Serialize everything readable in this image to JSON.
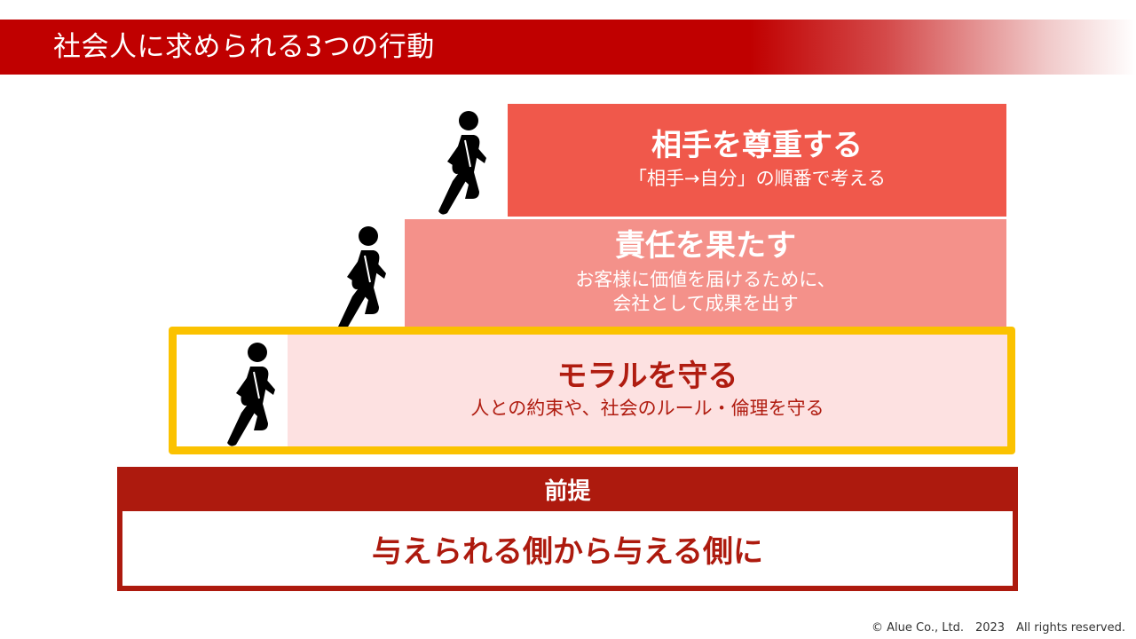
{
  "title": "社会人に求められる3つの行動",
  "steps": {
    "top": {
      "title": "相手を尊重する",
      "desc": "「相手→自分」の順番で考える"
    },
    "middle": {
      "title": "責任を果たす",
      "desc_line1": "お客様に価値を届けるために、",
      "desc_line2": "会社として成果を出す"
    },
    "base": {
      "title": "モラルを守る",
      "desc": "人との約束や、社会のルール・倫理を守る"
    }
  },
  "premise": {
    "header": "前提",
    "body": "与えられる側から与える側に"
  },
  "footer": {
    "copyright": "© Alue Co., Ltd.　2023　All rights reserved."
  },
  "colors": {
    "title_bar": "#c00000",
    "step_top": "#f0584b",
    "step_middle": "#f4918a",
    "step_base": "#fde1e1",
    "highlight_border": "#fbc200",
    "premise": "#ad1a0e"
  },
  "icons": [
    "running-person-icon",
    "running-person-icon",
    "running-person-icon"
  ]
}
